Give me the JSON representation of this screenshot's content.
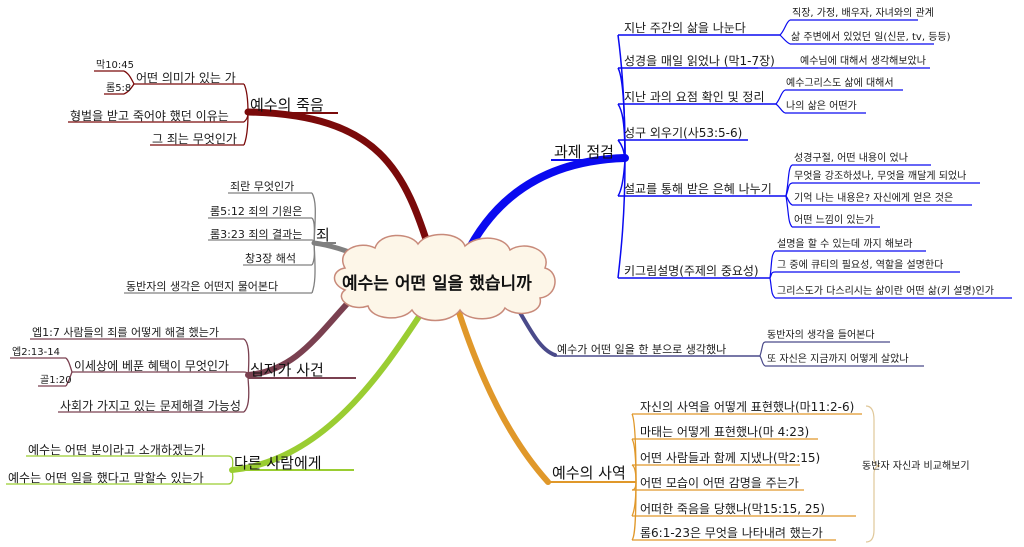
{
  "center": {
    "title": "예수는 어떤 일을 했습니까"
  },
  "colors": {
    "gwaje": "#0a0af0",
    "jugeum": "#7a0a0a",
    "joe": "#808080",
    "sipja": "#7a4050",
    "dareun": "#9acd32",
    "bunuro": "#4a4a8a",
    "sayeok": "#e0982a",
    "cloud_fill": "#fdf6e8",
    "cloud_stroke": "#c88a7a"
  },
  "gwaje": {
    "label": "과제 점검",
    "item1": {
      "label": "지난 주간의 삶을 나눈다",
      "sub1": "직장, 가정, 배우자, 자녀와의 관계",
      "sub2": "삶 주변에서 있었던 일(신문, tv, 등등)"
    },
    "item2": {
      "label": "성경을 매일 읽었나 (막1-7장)",
      "sub1": "예수님에 대해서 생각해보았나"
    },
    "item3": {
      "label": "지난 과의 요점 확인 및 정리",
      "sub1": "예수그리스도 삶에 대해서",
      "sub2": "나의 삶은 어떤가"
    },
    "item4": {
      "label": "성구 외우기(사53:5-6)"
    },
    "item5": {
      "label": "설교를 통해 받은 은혜 나누기",
      "sub1": "성경구절, 어떤 내용이 었나",
      "sub2": "무엇을 강조하셨나, 무엇을 깨달게 되었나",
      "sub3": "기억 나는 내용은? 자신에게 얻은 것은",
      "sub4": "어떤 느낌이 있는가"
    },
    "item6": {
      "label": "키그림설명(주제의 중요성)",
      "sub1": "설명을 할 수 있는데 까지 해보라",
      "sub2": "그 중에 큐티의 필요성, 역할을 설명한다",
      "sub3": "그리스도가 다스리시는 삶이란 어떤 삶(키 설명)인가"
    }
  },
  "jugeum": {
    "label": "예수의 죽음",
    "item1": {
      "label": "어떤 의미가 있는 가",
      "ref1": "막10:45",
      "ref2": "롬5:8"
    },
    "item2": {
      "label": "형벌을 받고 죽어야 했던 이유는"
    },
    "item3": {
      "label": "그 죄는 무엇인가"
    }
  },
  "joe": {
    "label": "죄",
    "item1": "죄란 무엇인가",
    "item2": "롬5:12 죄의 기원은",
    "item3": "롬3:23 죄의 결과는",
    "item4": "창3장 해석",
    "item5": "동반자의 생각은 어떤지 물어본다"
  },
  "sipja": {
    "label": "십자가 사건",
    "item1": "엡1:7 사람들의 죄를 어떻게 해결 했는가",
    "item2": {
      "label": "이세상에 베푼 혜택이 무엇인가",
      "ref1": "엡2:13-14",
      "ref2": "골1:20"
    },
    "item3": "사회가 가지고 있는 문제해결 가능성"
  },
  "dareun": {
    "label": "다른 사람에게",
    "item1": "예수는 어떤 분이라고 소개하겠는가",
    "item2": "예수는 어떤 일을 했다고 말할수 있는가"
  },
  "bunuro": {
    "label": "예수가 어떤 일을 한 분으로 생각했나",
    "item1": "동반자의 생각을 들어본다",
    "item2": "또 자신은 지금까지 어떻게 살았나"
  },
  "sayeok": {
    "label": "예수의 사역",
    "item1": "자신의 사역을 어떻게 표현했나(마11:2-6)",
    "item2": "마태는 어떻게 표현했나(마 4:23)",
    "item3": "어떤 사람들과 함께 지냈나(막2:15)",
    "item4": "어떤 모습이 어떤 감명을 주는가",
    "item5": "어떠한 죽음을 당했나(막15:15, 25)",
    "item6": "롬6:1-23은 무엇을 나타내려 했는가",
    "note": "동반자 자신과 비교해보기"
  }
}
